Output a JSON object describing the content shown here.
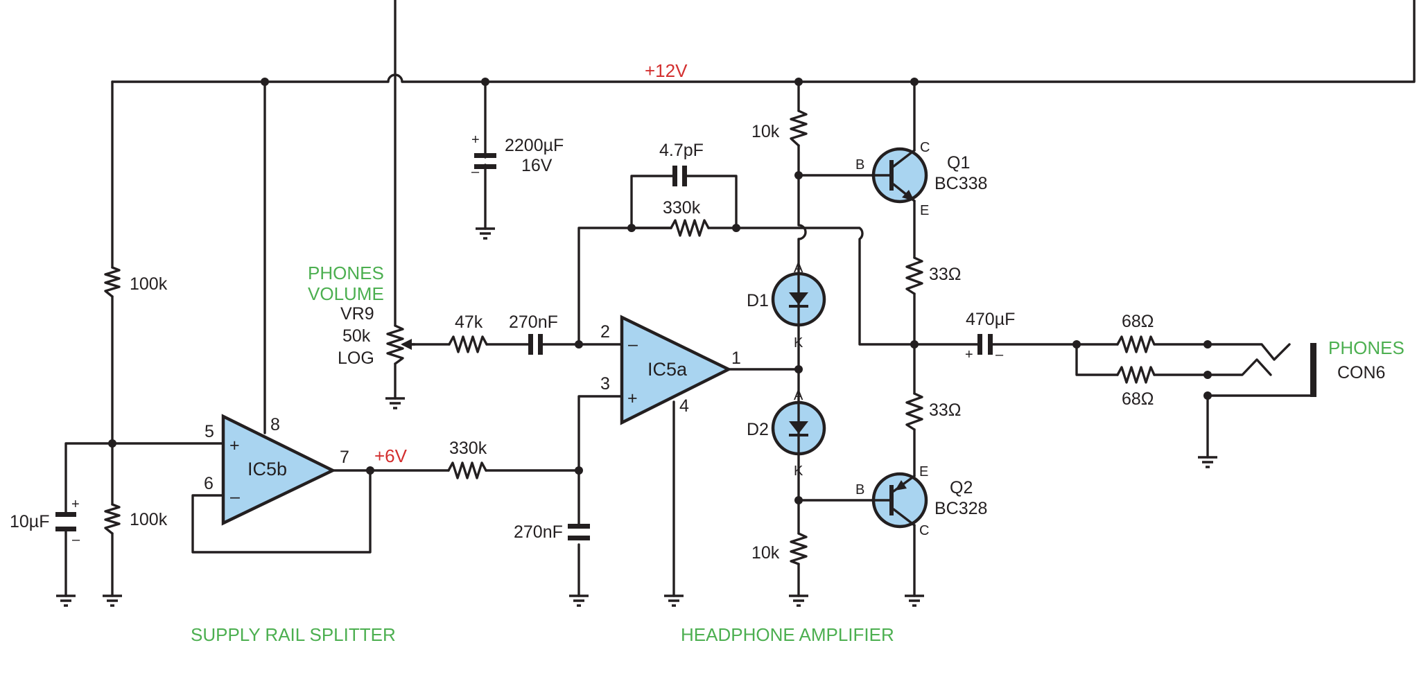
{
  "colors": {
    "wire": "#231f20",
    "component_fill": "#a9d4f0",
    "section_label": "#4caf50",
    "voltage_label": "#d32f2f"
  },
  "sections": {
    "rail_splitter": "SUPPLY RAIL SPLITTER",
    "headphone_amp": "HEADPHONE AMPLIFIER"
  },
  "rails": {
    "plus12": "+12V",
    "plus6": "+6V"
  },
  "splitter": {
    "r_top": "100k",
    "r_bottom": "100k",
    "c_filter": "10µF",
    "opamp": "IC5b",
    "pin_in_plus": "5",
    "pin_in_minus": "6",
    "pin_supply": "8",
    "pin_out": "7",
    "plus_sign": "+",
    "minus_sign": "–"
  },
  "volume": {
    "label_line1": "PHONES",
    "label_line2": "VOLUME",
    "ref": "VR9",
    "value": "50k",
    "taper": "LOG"
  },
  "input": {
    "r_series": "47k",
    "c_coupling": "270nF",
    "r_bias": "330k",
    "c_bias": "270nF"
  },
  "feedback": {
    "capacitor": "4.7pF",
    "resistor": "330k"
  },
  "bulk_cap": {
    "value": "2200µF",
    "voltage": "16V",
    "plus": "+",
    "minus": "–"
  },
  "amp": {
    "opamp": "IC5a",
    "pin_minus": "2",
    "pin_plus": "3",
    "pin_out": "1",
    "pin_gnd": "4",
    "minus_sign": "–",
    "plus_sign": "+"
  },
  "bias_network": {
    "r_top": "10k",
    "r_bottom": "10k",
    "d1": "D1",
    "d2": "D2",
    "anode": "A",
    "cathode": "K"
  },
  "transistors": {
    "q1_ref": "Q1",
    "q1_type": "BC338",
    "q2_ref": "Q2",
    "q2_type": "BC328",
    "base": "B",
    "collector": "C",
    "emitter": "E"
  },
  "emitter_resistors": {
    "r_top": "33Ω",
    "r_bottom": "33Ω"
  },
  "output": {
    "cap": "470µF",
    "cap_plus": "+",
    "cap_minus": "–",
    "r_left": "68Ω",
    "r_right": "68Ω"
  },
  "jack": {
    "label": "PHONES",
    "ref": "CON6"
  }
}
